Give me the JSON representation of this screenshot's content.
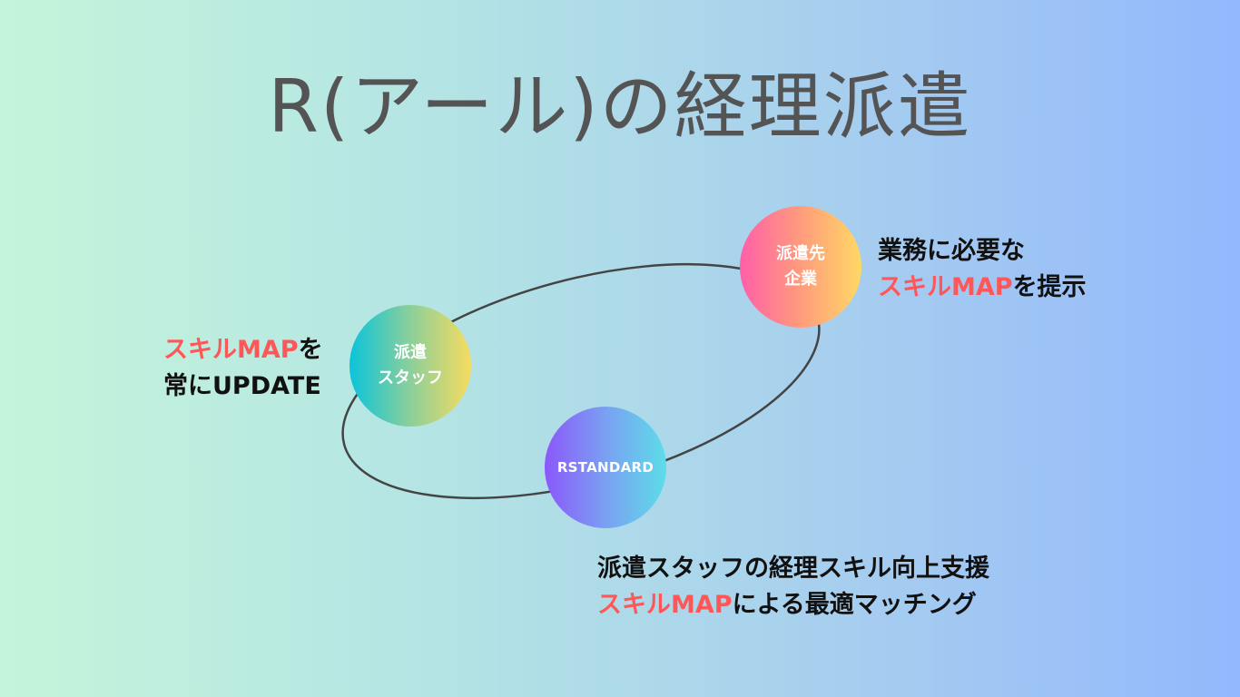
{
  "title": "R(アール)の経理派遣",
  "colors": {
    "title_text": "#545454",
    "highlight": "#ff5757",
    "ring_stroke": "#444444",
    "node_text": "#ffffff"
  },
  "nodes": {
    "client": {
      "label": "派遣先\n企業"
    },
    "staff": {
      "label": "派遣\nスタッフ"
    },
    "rstandard": {
      "label": "RSTANDARD"
    }
  },
  "notes": {
    "client": {
      "line1": "業務に必要な",
      "line2_highlight": "スキルMAP",
      "line2_rest": "を提示"
    },
    "staff": {
      "line1_highlight": "スキルMAP",
      "line1_rest": "を",
      "line2": "常にUPDATE"
    },
    "rstandard": {
      "line1": "派遣スタッフの経理スキル向上支援",
      "line2_highlight": "スキルMAP",
      "line2_rest": "による最適マッチング"
    }
  }
}
